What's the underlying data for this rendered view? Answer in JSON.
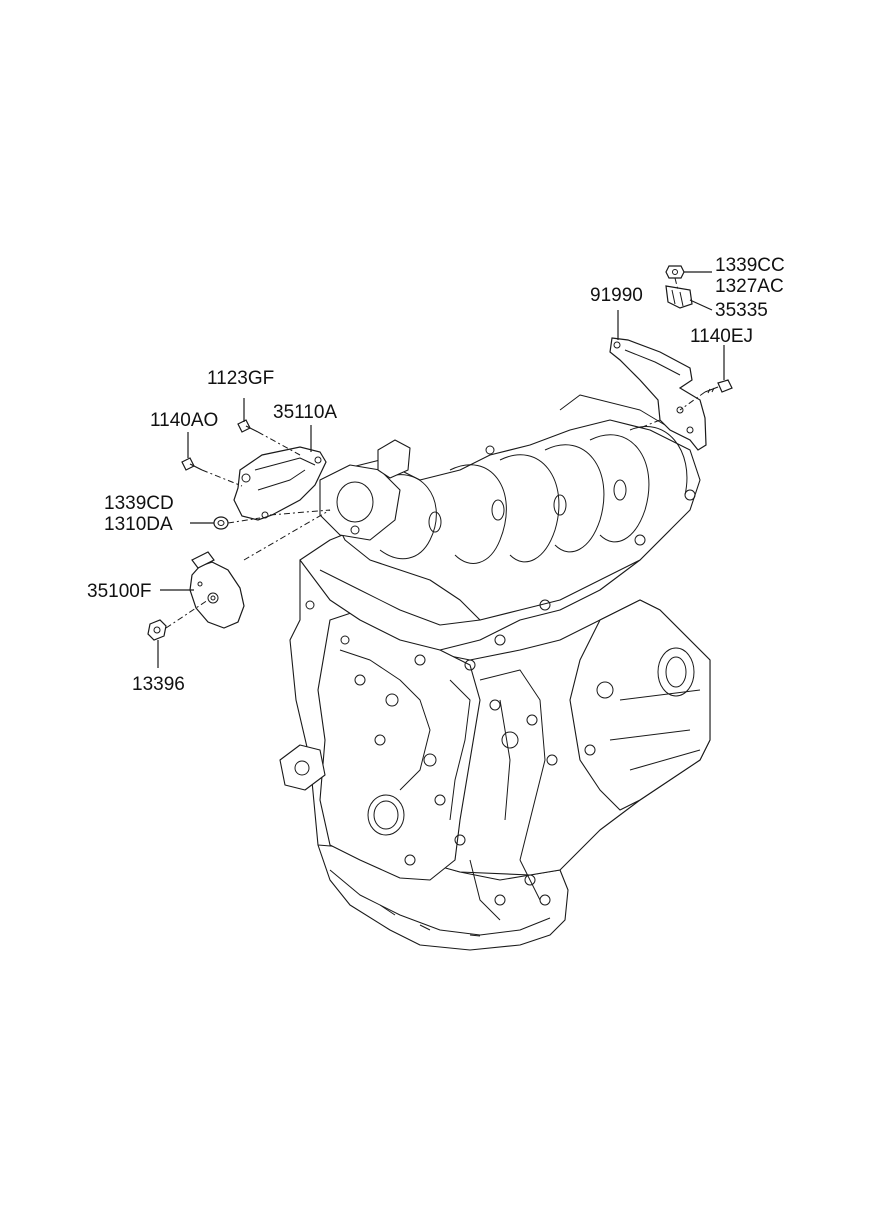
{
  "labels": {
    "l_1339CC": "1339CC",
    "l_1327AC": "1327AC",
    "l_35335": "35335",
    "l_91990": "91990",
    "l_1140EJ": "1140EJ",
    "l_1123GF": "1123GF",
    "l_1140AO": "1140AO",
    "l_35110A": "35110A",
    "l_1339CD": "1339CD",
    "l_1310DA": "1310DA",
    "l_35100F": "35100F",
    "l_13396": "13396"
  },
  "colors": {
    "line": "#1a1a1a",
    "background": "#ffffff"
  }
}
